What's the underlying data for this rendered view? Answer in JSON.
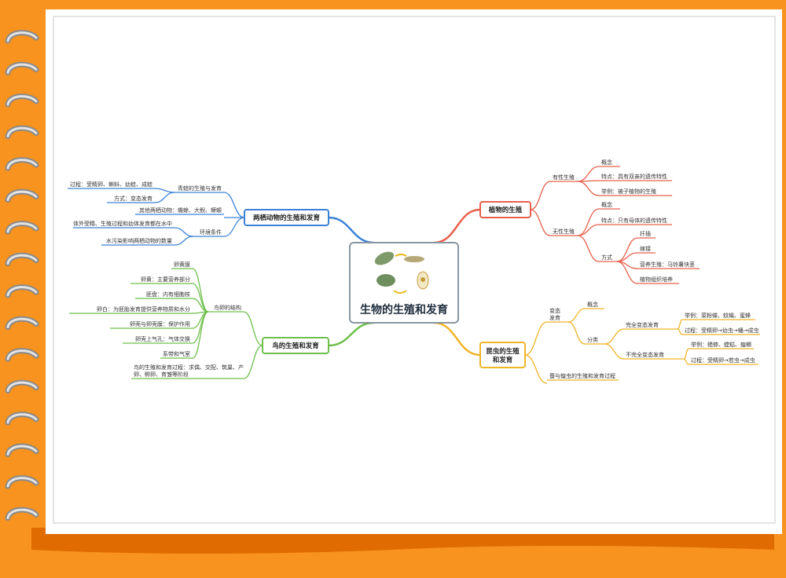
{
  "colors": {
    "background": "#f7931e",
    "paper": "#ffffff",
    "plants": "#e8604c",
    "amphibians": "#3b82d6",
    "birds": "#6dbf4a",
    "insects": "#f0b429"
  },
  "center": {
    "title": "生物的生殖和发育"
  },
  "branches": {
    "plants": {
      "label": "植物的生殖",
      "sexual": {
        "label": "有性生殖",
        "items": [
          "概念",
          "特点：具有双亲的遗传特性",
          "举例：被子植物的生殖"
        ]
      },
      "asexual": {
        "label": "无性生殖",
        "items": [
          "概念",
          "特点：只有母体的遗传特性"
        ],
        "methods": {
          "label": "方式",
          "items": [
            "扦插",
            "嫁接",
            "营养生殖：马铃薯块茎",
            "植物组织培养"
          ]
        }
      }
    },
    "insects": {
      "label": "昆虫的生殖和发育",
      "metamorphosis": {
        "label": "变态发育",
        "concept": "概念",
        "classification": {
          "label": "分类",
          "complete": {
            "label": "完全变态发育",
            "items": [
              "举例：菜粉蝶、蚊蝇、蜜蜂",
              "过程：受精卵→幼虫→蛹→成虫"
            ]
          },
          "incomplete": {
            "label": "不完全变态发育",
            "items": [
              "举例：蟋蟀、螳蛄、蝗螂",
              "过程：受精卵→若虫→成虫"
            ]
          }
        }
      },
      "silkworm": "蚕与蝗虫的生殖和发育过程"
    },
    "amphibians": {
      "label": "两栖动物的生殖和发育",
      "frog": {
        "label": "青蛙的生殖与发育",
        "items": [
          "过程：受精卵、蝌蚪、幼蛙、成蛙",
          "方式：变态发育"
        ]
      },
      "other": "其他两栖动物：蟾蜍、大鲵、蝾螈",
      "environment": {
        "label": "环境条件",
        "items": [
          "体外受精、生殖过程和幼体发育都在水中",
          "水污染影响两栖动物的数量"
        ]
      }
    },
    "birds": {
      "label": "鸟的生殖和发育",
      "egg": {
        "label": "鸟卵的结构",
        "items": [
          "卵黄膜",
          "卵黄：主要营养部分",
          "胚盘：内有细胞核",
          "卵白：为胚胎发育提供营养物质和水分",
          "卵壳与卵壳膜：保护作用",
          "卵壳上气孔：气体交换",
          "系带和气室"
        ]
      },
      "process": "鸟的生殖和发育过程：求偶、交配、筑巢、产卵、孵卵、育雏等阶段"
    }
  }
}
